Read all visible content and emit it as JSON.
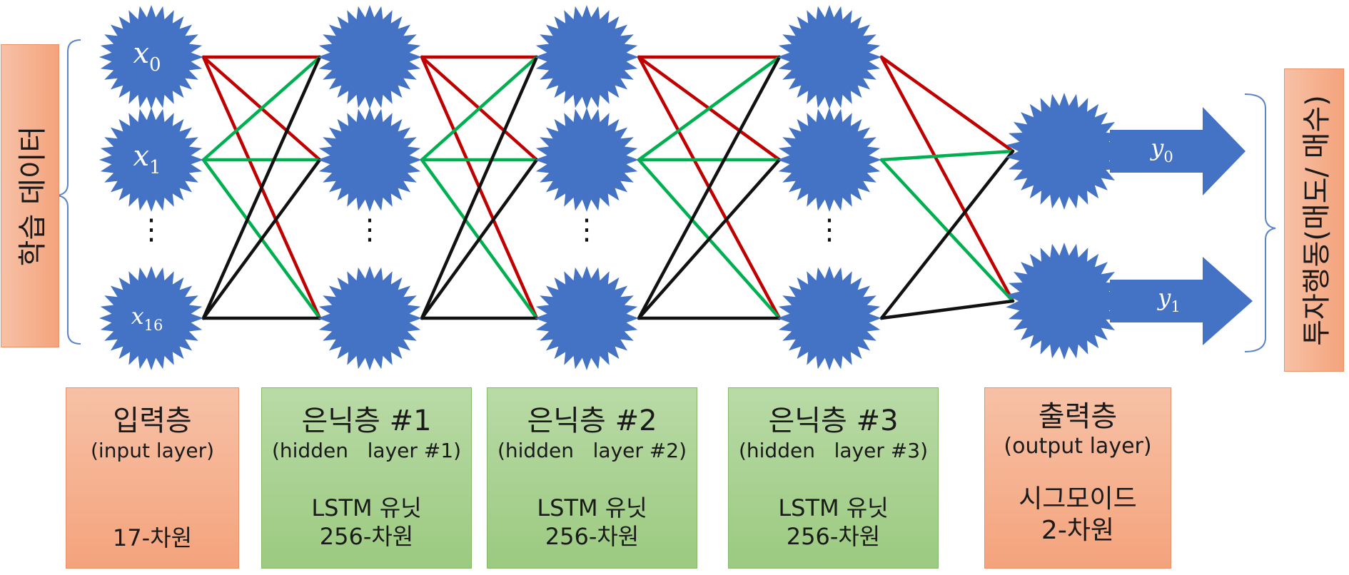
{
  "left_label": "학습 데이터",
  "right_label": "투자행동(매도/ 매수)",
  "input_nodes": [
    "x0",
    "x1",
    "x16"
  ],
  "output_nodes": [
    "y0",
    "y1"
  ],
  "ellipsis": "⋮",
  "colors": {
    "node": "#4472c4",
    "red": "#c00000",
    "green": "#00b050",
    "black": "#111111"
  },
  "layers": [
    {
      "name": "입력층",
      "sub": "(input layer)",
      "extra1": "",
      "extra2": "17-차원"
    },
    {
      "name": "은닉층 #1",
      "sub": "(hidden   layer #1)",
      "extra1": "LSTM 유닛",
      "extra2": "256-차원"
    },
    {
      "name": "은닉층 #2",
      "sub": "(hidden   layer #2)",
      "extra1": "LSTM 유닛",
      "extra2": "256-차원"
    },
    {
      "name": "은닉층 #3",
      "sub": "(hidden   layer #3)",
      "extra1": "LSTM 유닛",
      "extra2": "256-차원"
    },
    {
      "name": "출력층",
      "sub": "(output layer)",
      "extra1": "시그모이드",
      "extra2": "2-차원"
    }
  ]
}
